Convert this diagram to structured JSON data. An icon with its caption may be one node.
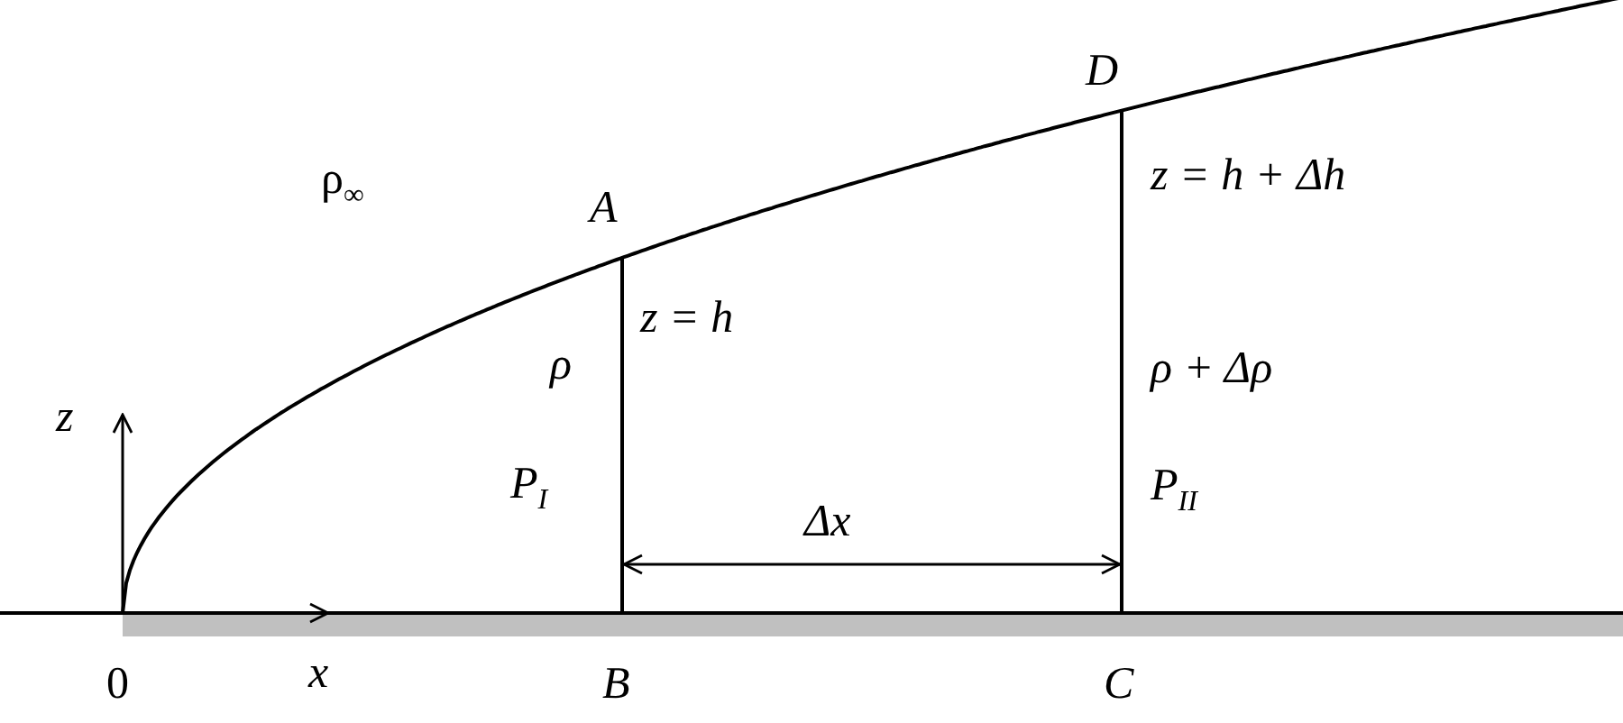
{
  "diagram": {
    "labels": [
      "ρ$_{∞}$",
      "A",
      "z = h",
      "ρ",
      "P$_{I}$",
      "Δx",
      "D",
      "z = h + Δh",
      "ρ + Δρ",
      "P$_{II}$",
      "z",
      "0",
      "x",
      "B",
      "C"
    ]
  }
}
